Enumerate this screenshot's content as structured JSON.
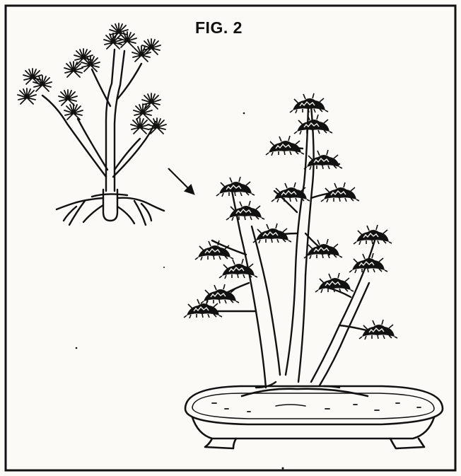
{
  "figure": {
    "label": "FIG. 2",
    "ink_color": "#111111",
    "paper_color": "#fbfaf6",
    "icons": [
      "seedling-drawing",
      "arrow-icon",
      "bonsai-group-drawing",
      "bonsai-pot"
    ]
  }
}
